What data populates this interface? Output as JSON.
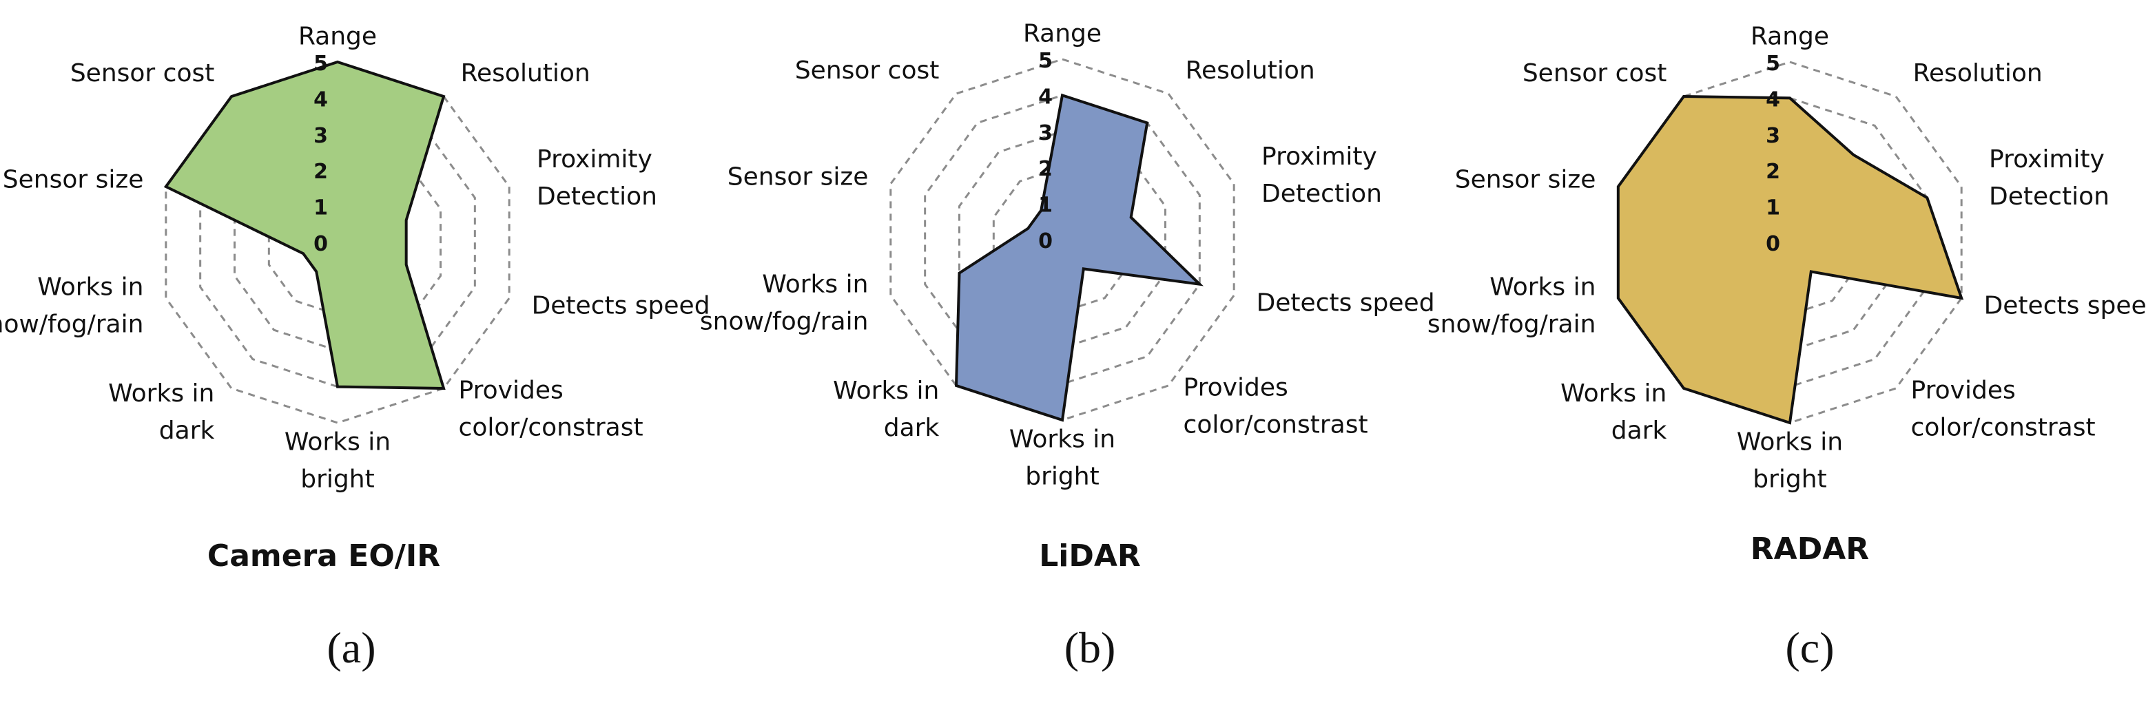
{
  "chart_data": [
    {
      "type": "radar",
      "title": "Camera EO/IR",
      "panel_label": "(a)",
      "axes": [
        "Range",
        "Resolution",
        "Proximity\nDetection",
        "Detects speed",
        "Provides\ncolor/constrast",
        "Works in\nbright",
        "Works in\ndark",
        "Works in\nsnow/fog/rain",
        "Sensor size",
        "Sensor cost"
      ],
      "ticks": [
        "0",
        "1",
        "2",
        "3",
        "4",
        "5"
      ],
      "rlim": [
        0,
        5
      ],
      "values": [
        5,
        5,
        2,
        2,
        5,
        4,
        1,
        1,
        5,
        5
      ],
      "fill_color": "#a5cd82",
      "grid": "dashed"
    },
    {
      "type": "radar",
      "title": "LiDAR",
      "panel_label": "(b)",
      "axes": [
        "Range",
        "Resolution",
        "Proximity\nDetection",
        "Detects speed",
        "Provides\ncolor/constrast",
        "Works in\nbright",
        "Works in\ndark",
        "Works in\nsnow/fog/rain",
        "Sensor size",
        "Sensor cost"
      ],
      "ticks": [
        "0",
        "1",
        "2",
        "3",
        "4",
        "5"
      ],
      "rlim": [
        0,
        5
      ],
      "values": [
        4,
        4,
        2,
        4,
        1,
        5,
        5,
        3,
        1,
        1
      ],
      "fill_color": "#7f96c4",
      "grid": "dashed"
    },
    {
      "type": "radar",
      "title": "RADAR",
      "panel_label": "(c)",
      "axes": [
        "Range",
        "Resolution",
        "Proximity\nDetection",
        "Detects speed",
        "Provides\ncolor/constrast",
        "Works in\nbright",
        "Works in\ndark",
        "Works in\nsnow/fog/rain",
        "Sensor size",
        "Sensor cost"
      ],
      "ticks": [
        "0",
        "1",
        "2",
        "3",
        "4",
        "5"
      ],
      "rlim": [
        0,
        5
      ],
      "values": [
        4,
        3,
        4,
        5,
        1,
        5,
        5,
        5,
        5,
        5
      ],
      "fill_color": "#d9b95e",
      "grid": "dashed"
    }
  ]
}
